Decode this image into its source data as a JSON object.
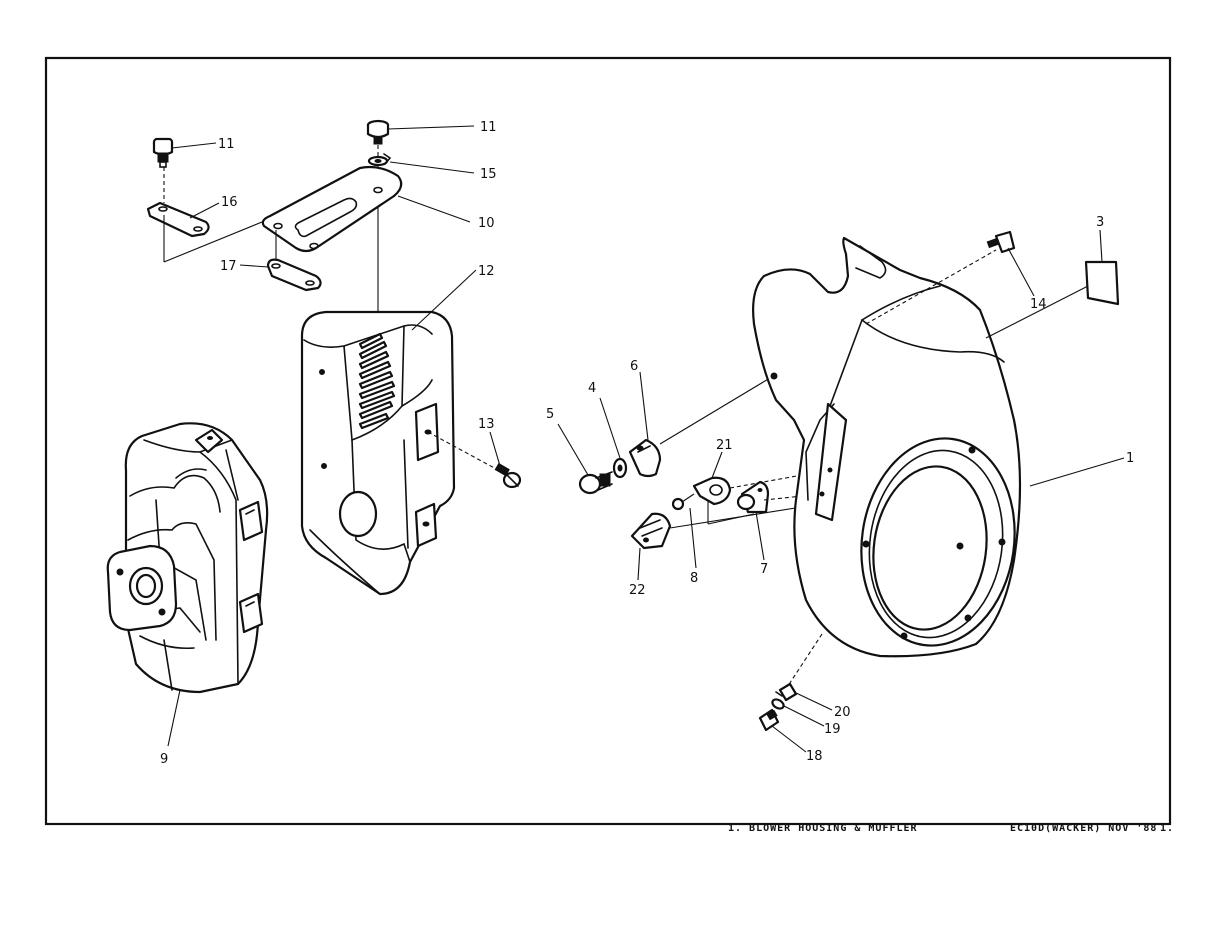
{
  "callouts": {
    "c1": "1",
    "c3": "3",
    "c4": "4",
    "c5": "5",
    "c6": "6",
    "c7": "7",
    "c8": "8",
    "c9": "9",
    "c10": "10",
    "c11a": "11",
    "c11b": "11",
    "c12": "12",
    "c13": "13",
    "c14": "14",
    "c15": "15",
    "c16": "16",
    "c17": "17",
    "c18": "18",
    "c19": "19",
    "c20": "20",
    "c21": "21",
    "c22": "22"
  },
  "footer": {
    "caption": "1. BLOWER HOUSING & MUFFLER",
    "code": "EC10D(WACKER) NOV '88",
    "page": "1."
  }
}
